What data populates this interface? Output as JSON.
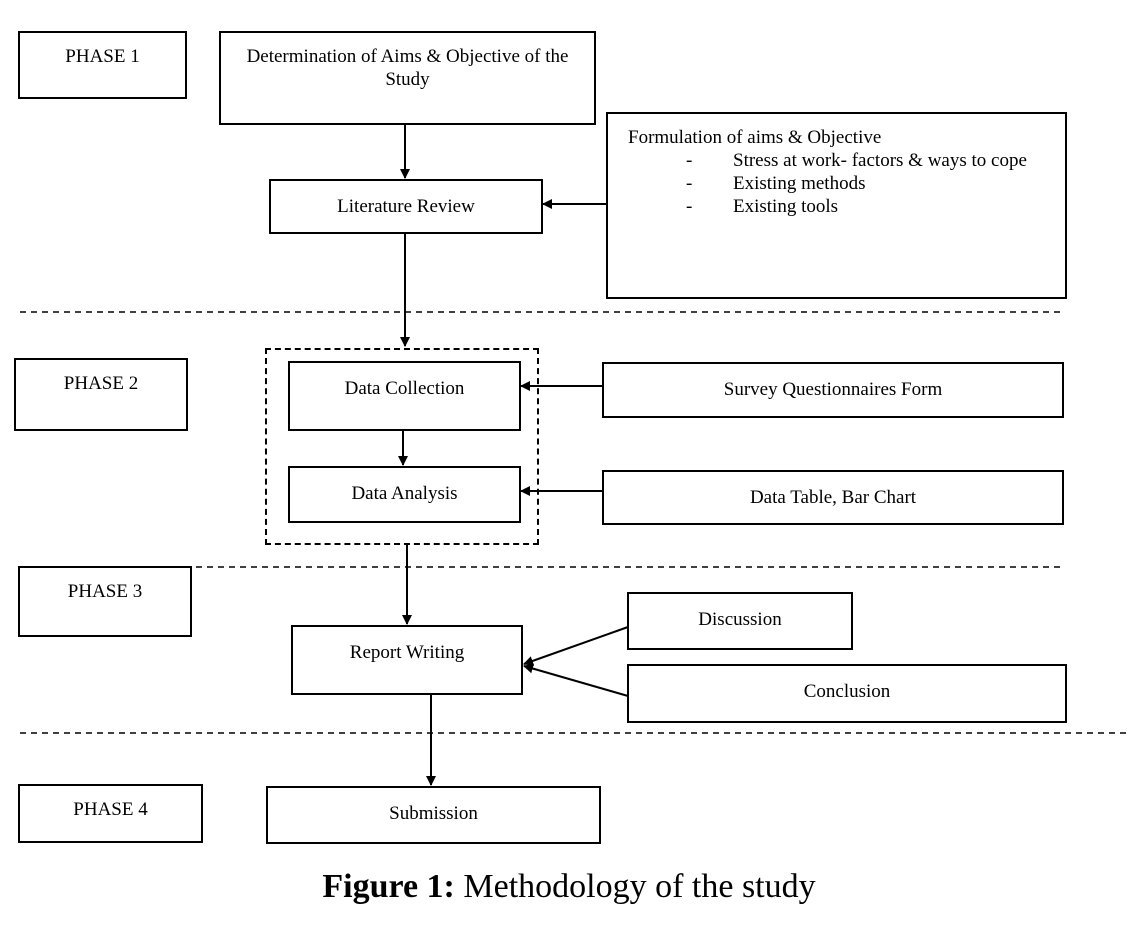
{
  "phases": [
    "PHASE 1",
    "PHASE 2",
    "PHASE 3",
    "PHASE 4"
  ],
  "nodes": {
    "aims": "Determination of Aims & Objective of the Study",
    "literature": "Literature Review",
    "data_collection": "Data Collection",
    "data_analysis": "Data Analysis",
    "survey": "Survey Questionnaires Form",
    "data_table": "Data Table, Bar Chart",
    "report": "Report Writing",
    "discussion": "Discussion",
    "conclusion": "Conclusion",
    "submission": "Submission"
  },
  "formulation": {
    "title": "Formulation of aims & Objective",
    "bullet": "-",
    "items": [
      "Stress at work- factors & ways to cope",
      "Existing methods",
      "Existing tools"
    ]
  },
  "caption": {
    "label": "Figure 1:",
    "text": " Methodology of the study"
  }
}
